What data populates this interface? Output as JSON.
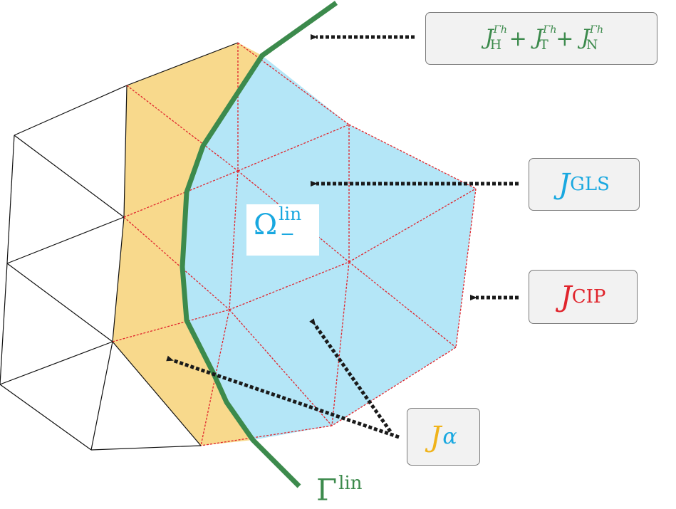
{
  "colors": {
    "domain_fill": "#b4e6f7",
    "band_fill": "#f8d98c",
    "interface_green": "#3c8a4c",
    "red_edges": "#e0242c",
    "cyan_text": "#19a8e0",
    "orange_text": "#f0b31a",
    "arrow_dark": "#1a1a1a",
    "box_bg": "#f2f2f2",
    "box_border": "#7a7a7a"
  },
  "labels": {
    "interface_terms": {
      "j_h": "J",
      "h_sub": "H",
      "j_t": "J",
      "t_sub": "T",
      "j_n": "J",
      "n_sub": "N",
      "gamma_h": "Γh",
      "plus": "+"
    },
    "gls": {
      "symbol": "J",
      "subscript": "GLS"
    },
    "cip": {
      "symbol": "J",
      "subscript": "CIP"
    },
    "alpha": {
      "symbol": "J",
      "subscript": "α"
    },
    "omega": {
      "symbol": "Ω",
      "superscript": "lin",
      "subscript": "−"
    },
    "gamma": {
      "symbol": "Γ",
      "superscript": "lin"
    }
  }
}
